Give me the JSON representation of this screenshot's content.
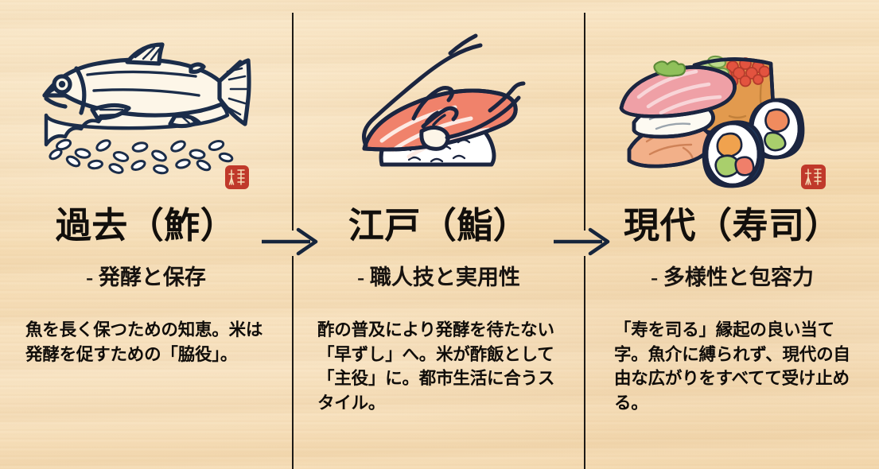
{
  "meta": {
    "kind": "sushi-history-infographic",
    "background_color": "#f5dcb6",
    "ink_color": "#16253c",
    "text_color": "#110e0b",
    "seal_color": "#c0392b",
    "divider_color": "#1d1a16"
  },
  "columns": [
    {
      "id": "past",
      "illustration": "fish-over-rice-icon",
      "illustration_caption": "whole fish resting on a pile of rice grains",
      "title": "過去（鮓）",
      "subtitle": "- 発酵と保存",
      "body": "魚を長く保つための知恵。米は発酵を促すための「脇役」。",
      "has_seal": true
    },
    {
      "id": "edo",
      "illustration": "hand-pressing-nigiri-icon",
      "illustration_caption": "hand pressing a salmon nigiri onto rice",
      "title": "江戸（鮨）",
      "subtitle": "- 職人技と実用性",
      "body": "酢の普及により発酵を待たない「早ずし」へ。米が酢飯として「主役」に。都市生活に合うスタイル。",
      "has_seal": false
    },
    {
      "id": "modern",
      "illustration": "assorted-sushi-platter-icon",
      "illustration_caption": "nigiri, ikura gunkan and two maki rolls",
      "title": "現代（寿司）",
      "subtitle": "- 多様性と包容力",
      "body": "「寿を司る」縁起の良い当て字。魚介に縛られず、現代の自由な広がりをすべてて受け止める。",
      "has_seal": true
    }
  ],
  "arrows": [
    {
      "id": "arrow-past-to-edo",
      "glyph": "→"
    },
    {
      "id": "arrow-edo-to-modern",
      "glyph": "→"
    }
  ],
  "seals": [
    {
      "id": "seal-left",
      "label": "red hanko seal"
    },
    {
      "id": "seal-right",
      "label": "red hanko seal"
    }
  ]
}
